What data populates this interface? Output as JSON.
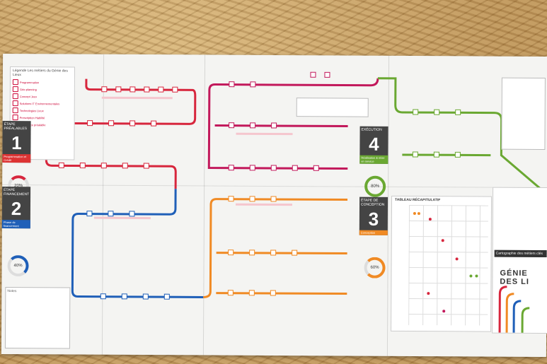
{
  "legend": {
    "title": "Légende Les métiers du Génie des Lieux",
    "items": [
      "Programmation",
      "Géo-planning",
      "Concept Jeux",
      "Solutions IT Environnementales",
      "Technologies Lieux",
      "Prescription Habilité",
      "Assistance préalable"
    ]
  },
  "phases": [
    {
      "label": "Étape Préalables",
      "num": "1",
      "sub": "Programmation et Crédit",
      "pct": "20%"
    },
    {
      "label": "Étape Financement",
      "num": "2",
      "sub": "Phase de financement",
      "pct": "40%"
    },
    {
      "label": "Étape de Conception",
      "num": "3",
      "sub": "Conception",
      "pct": "60%"
    },
    {
      "label": "Exécution",
      "num": "4",
      "sub": "Réalisation & mise en service",
      "pct": "80%"
    }
  ],
  "notes_label": "Notes",
  "table": {
    "title": "TABLEAU RÉCAPITULATIF"
  },
  "cover": {
    "subtitle": "Cartographie des métiers clés",
    "title": "GÉNIE DES LI"
  },
  "colors": {
    "red": "#d7263d",
    "blue": "#1f5fb8",
    "orange": "#f08a24",
    "green": "#6aa832",
    "magenta": "#c2185b"
  }
}
